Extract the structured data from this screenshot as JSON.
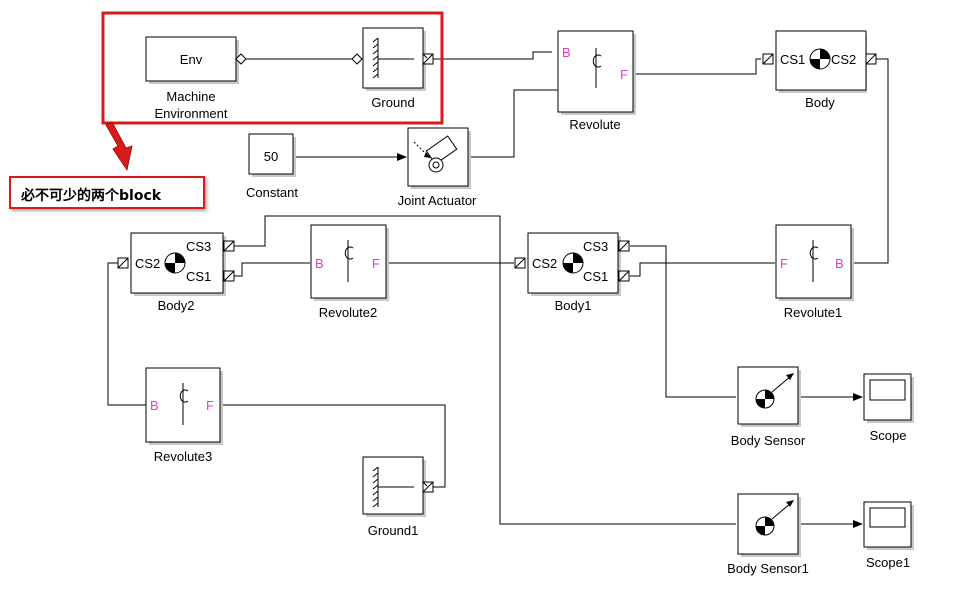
{
  "annotation": {
    "callout_text": "必不可少的两个block",
    "highlight_color": "#d61b1b"
  },
  "colors": {
    "pin_label": "#e040c8",
    "highlight": "#d61b1b"
  },
  "blocks": {
    "env": {
      "inner": "Env",
      "label_line1": "Machine",
      "label_line2": "Environment"
    },
    "ground": {
      "label": "Ground"
    },
    "ground1": {
      "label": "Ground1"
    },
    "constant": {
      "inner": "50",
      "label": "Constant"
    },
    "joint_actuator": {
      "label": "Joint Actuator"
    },
    "revolute": {
      "label": "Revolute",
      "pin_b": "B",
      "pin_f": "F"
    },
    "revolute1": {
      "label": "Revolute1",
      "pin_b": "B",
      "pin_f": "F"
    },
    "revolute2": {
      "label": "Revolute2",
      "pin_b": "B",
      "pin_f": "F"
    },
    "revolute3": {
      "label": "Revolute3",
      "pin_b": "B",
      "pin_f": "F"
    },
    "body": {
      "label": "Body",
      "cs1": "CS1",
      "cs2": "CS2"
    },
    "body1": {
      "label": "Body1",
      "cs1": "CS1",
      "cs2": "CS2",
      "cs3": "CS3"
    },
    "body2": {
      "label": "Body2",
      "cs1": "CS1",
      "cs2": "CS2",
      "cs3": "CS3"
    },
    "body_sensor": {
      "label": "Body Sensor"
    },
    "body_sensor1": {
      "label": "Body Sensor1"
    },
    "scope": {
      "label": "Scope"
    },
    "scope1": {
      "label": "Scope1"
    }
  }
}
